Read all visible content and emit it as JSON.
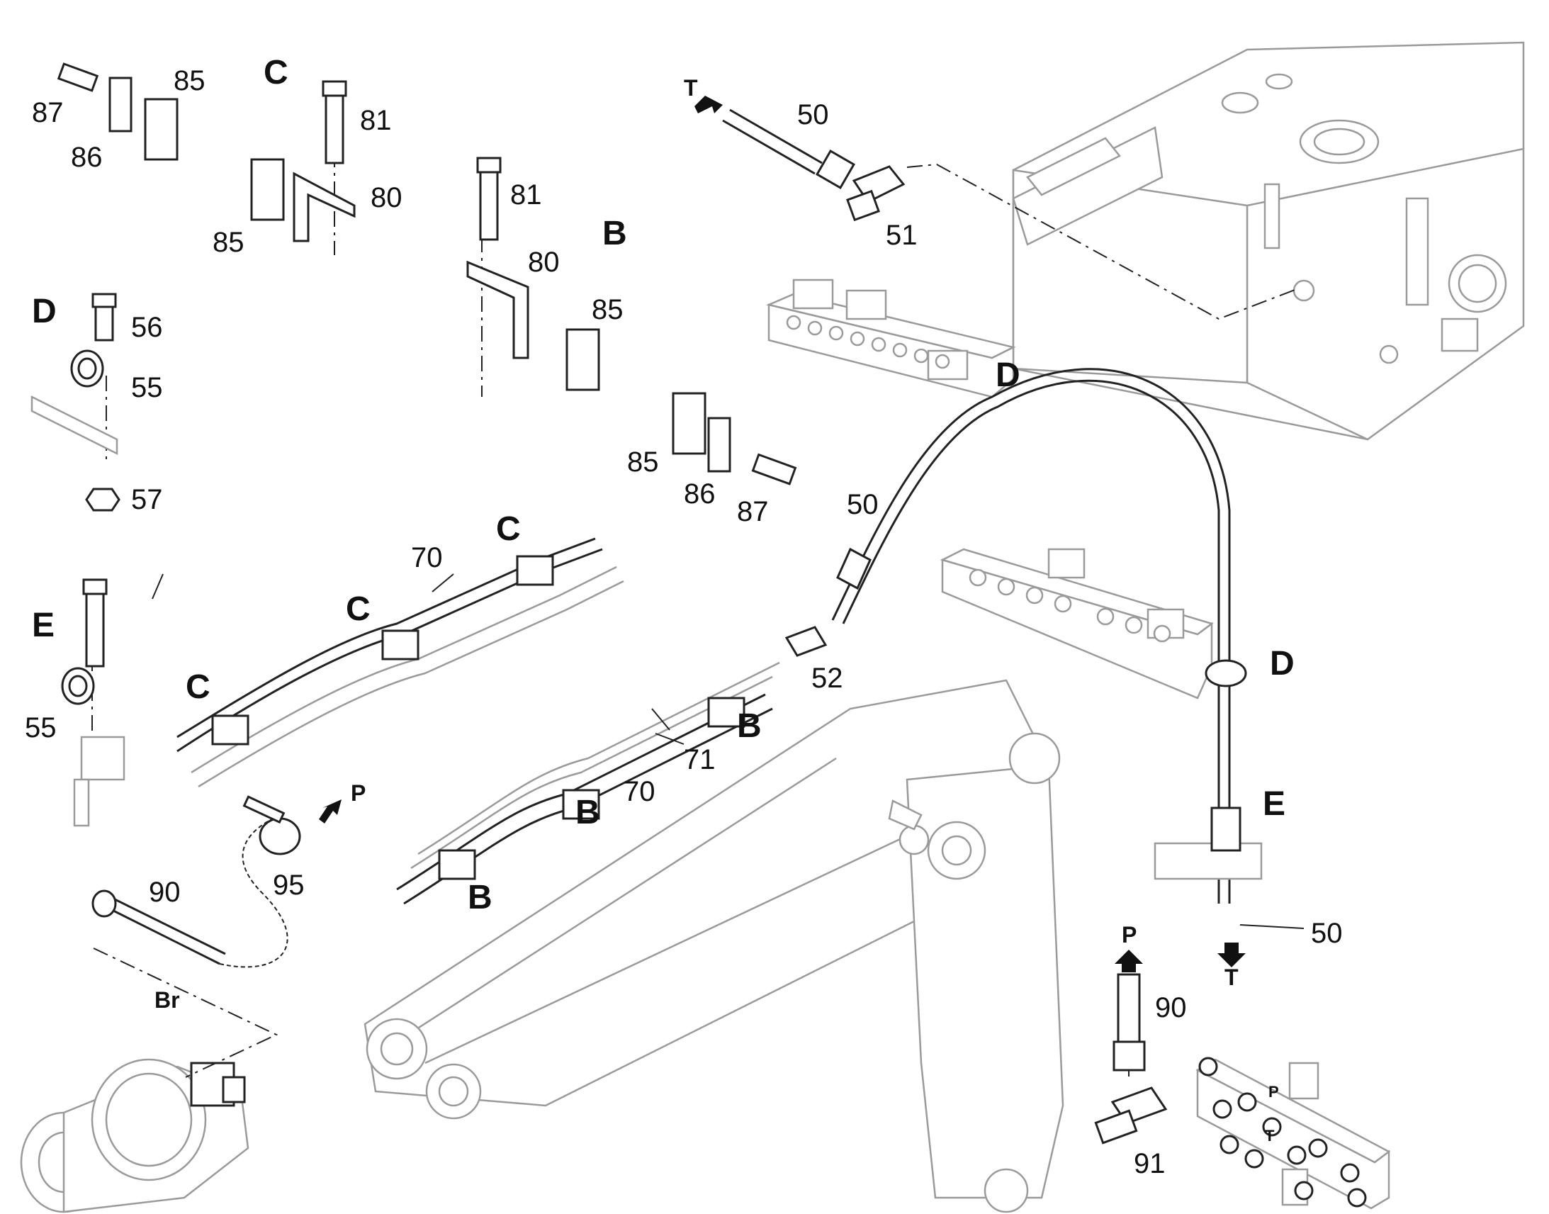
{
  "title": "",
  "groups": {
    "B1": "B",
    "B2": "B",
    "B3": "B",
    "B4": "B",
    "C1": "C",
    "C2": "C",
    "C3": "C",
    "C4": "C",
    "D1": "D",
    "D2": "D",
    "D3": "D",
    "E1": "E",
    "E2": "E"
  },
  "parts": {
    "p50a": "50",
    "p50b": "50",
    "p50c": "50",
    "p51": "51",
    "p52": "52",
    "p55a": "55",
    "p55b": "55",
    "p56": "56",
    "p57": "57",
    "p70a": "70",
    "p70b": "70",
    "p71": "71",
    "p80a": "80",
    "p80b": "80",
    "p81a": "81",
    "p81b": "81",
    "p85a": "85",
    "p85b": "85",
    "p85c": "85",
    "p85d": "85",
    "p86a": "86",
    "p86b": "86",
    "p87a": "87",
    "p87b": "87",
    "p90a": "90",
    "p90b": "90",
    "p91": "91",
    "p95": "95"
  },
  "flow": {
    "T1": "T",
    "T2": "T",
    "P1": "P",
    "P2": "P",
    "P3": "P",
    "T3": "T",
    "Br": "Br"
  }
}
